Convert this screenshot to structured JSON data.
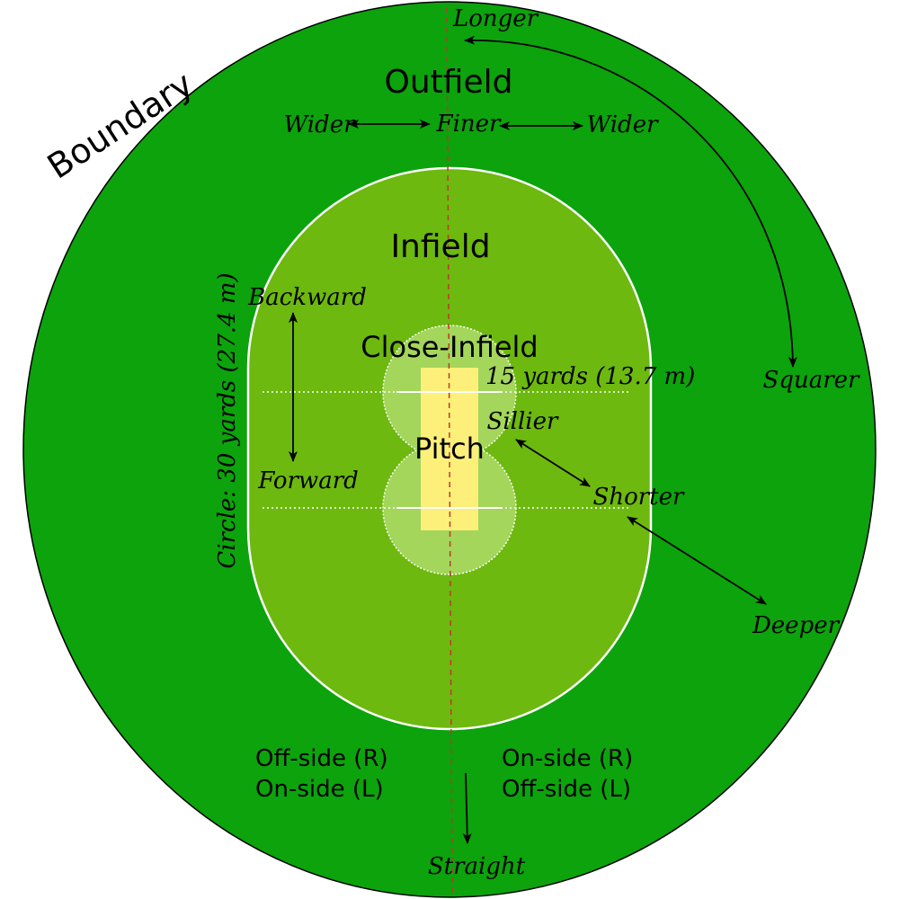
{
  "labels": {
    "boundary": "Boundary",
    "outfield": "Outfield",
    "infield": "Infield",
    "close_infield": "Close-Infield",
    "pitch": "Pitch",
    "circle": "Circle: 30 yards (27.4 m)",
    "close_radius": "15 yards (13.7 m)"
  },
  "directions": {
    "longer": "Longer",
    "squarer": "Squarer",
    "wider_left": "Wider",
    "finer": "Finer",
    "wider_right": "Wider",
    "backward": "Backward",
    "forward": "Forward",
    "sillier": "Sillier",
    "shorter": "Shorter",
    "deeper": "Deeper",
    "straight": "Straight"
  },
  "sides": {
    "left_line1": "Off-side (R)",
    "left_line2": "On-side (L)",
    "right_line1": "On-side (R)",
    "right_line2": "Off-side (L)"
  },
  "colors": {
    "outfield": "#0ca30c",
    "infield": "#6db90f",
    "close_infield": "#a3d65a",
    "pitch": "#fdf07a",
    "boundary_line": "#ffffff",
    "axis": "#c0392b"
  }
}
